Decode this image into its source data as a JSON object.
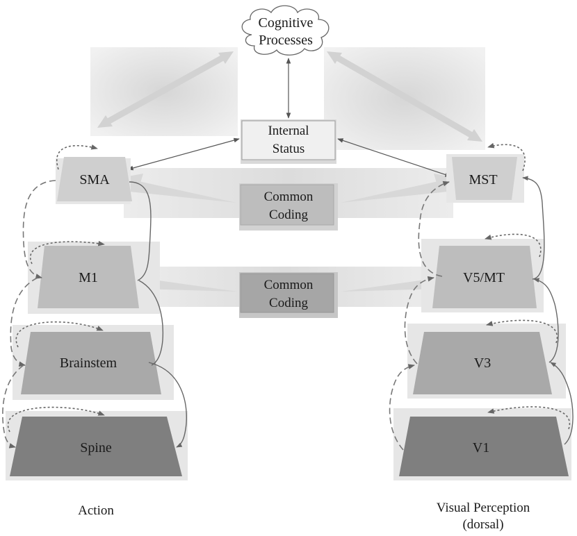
{
  "cloud": {
    "line1": "Cognitive",
    "line2": "Processes"
  },
  "internal_status": {
    "line1": "Internal",
    "line2": "Status"
  },
  "common_coding_top": {
    "line1": "Common",
    "line2": "Coding"
  },
  "common_coding_mid": {
    "line1": "Common",
    "line2": "Coding"
  },
  "action": {
    "caption": "Action",
    "levels": [
      "SMA",
      "M1",
      "Brainstem",
      "Spine"
    ]
  },
  "perception": {
    "caption_line1": "Visual Perception",
    "caption_line2": "(dorsal)",
    "levels": [
      "MST",
      "V5/MT",
      "V3",
      "V1"
    ]
  },
  "colors": {
    "level1": "#cfcfcf",
    "level2": "#bdbdbd",
    "level3": "#a9a9a9",
    "level4": "#7f7f7f",
    "connector": "#555555",
    "broad_arrow": "#d4d4d4"
  }
}
